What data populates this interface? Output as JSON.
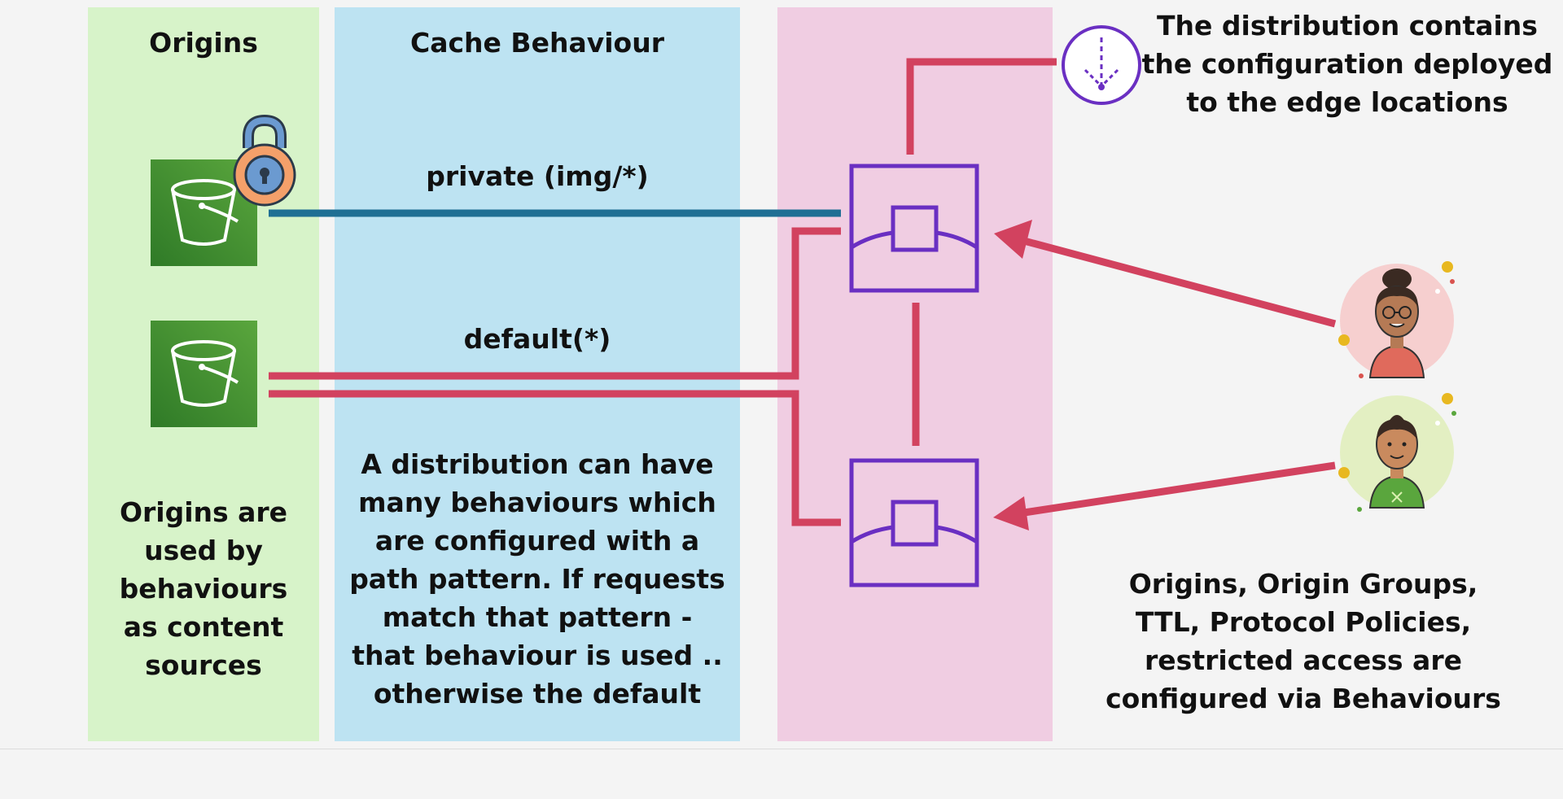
{
  "panels": {
    "origins": {
      "title": "Origins",
      "description": [
        "Origins are",
        "used by",
        "behaviours",
        "as content",
        "sources"
      ]
    },
    "cache": {
      "title": "Cache Behaviour",
      "private_label": "private (img/*)",
      "default_label": "default(*)",
      "description": [
        "A distribution can have",
        "many behaviours which",
        "are configured with a",
        "path pattern. If requests",
        "match that pattern -",
        "that behaviour is used ..",
        "otherwise the default"
      ]
    }
  },
  "distribution_note": [
    "The distribution contains",
    "the configuration deployed",
    "to the edge locations"
  ],
  "behaviours_note": [
    "Origins, Origin Groups,",
    "TTL, Protocol Policies,",
    "restricted access are",
    "configured via Behaviours"
  ],
  "colors": {
    "origins_panel": "#d7f3c9",
    "cache_panel": "#bde3f2",
    "distribution_panel": "#f0cde2",
    "connector_red": "#d2425f",
    "connector_blue": "#1f6f94",
    "edge_purple": "#6a2fc2",
    "bucket_green": "#3a8a2e"
  }
}
